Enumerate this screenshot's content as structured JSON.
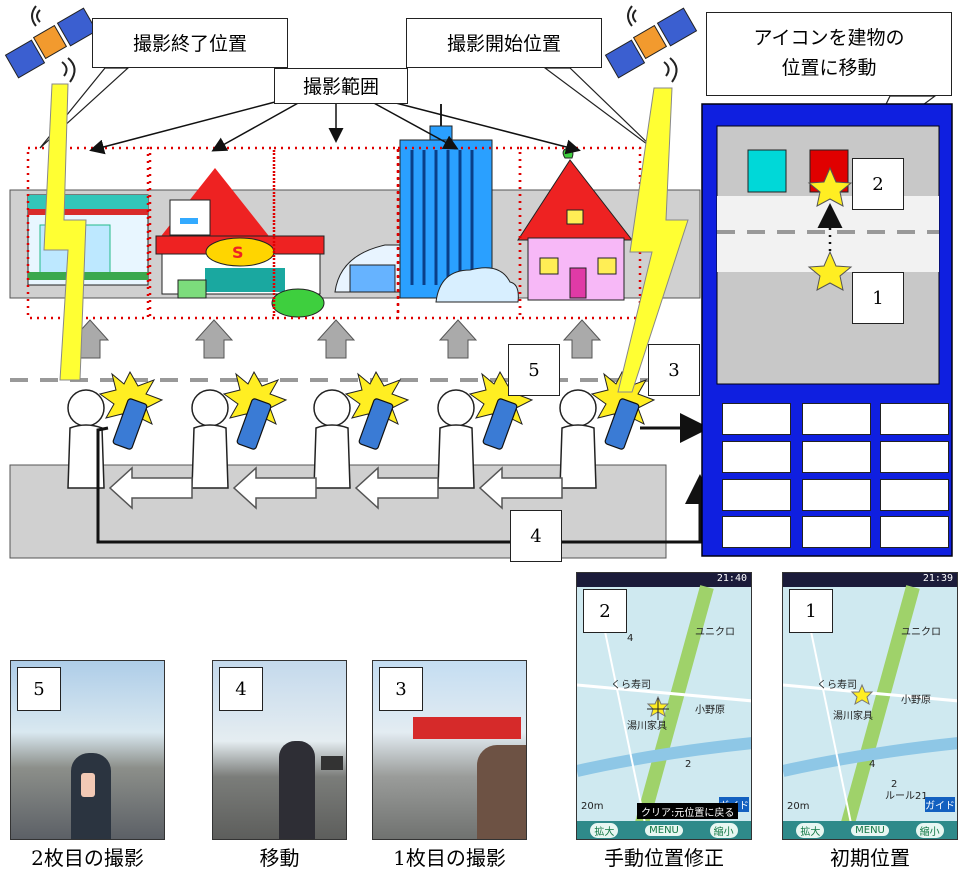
{
  "callouts": {
    "end_position": "撮影終了位置",
    "start_position": "撮影開始位置",
    "range": "撮影範囲",
    "move_icon_line1": "アイコンを建物の",
    "move_icon_line2": "位置に移動"
  },
  "step_labels": {
    "one": "1",
    "two": "2",
    "three": "3",
    "four": "4",
    "five": "5"
  },
  "photos": [
    {
      "num": "5",
      "caption": "2枚目の撮影"
    },
    {
      "num": "4",
      "caption": "移動"
    },
    {
      "num": "3",
      "caption": "1枚目の撮影"
    }
  ],
  "maps": [
    {
      "num": "2",
      "caption": "手動位置修正",
      "clock": "21:40",
      "labels": [
        "ユニクロ",
        "くら寿司",
        "小野原",
        "湯川家具",
        "4",
        "2"
      ],
      "scale": "20m",
      "guide": "ガイド",
      "clear_hint": "クリア:元位置に戻る",
      "buttons": [
        "拡大",
        "MENU",
        "縮小"
      ]
    },
    {
      "num": "1",
      "caption": "初期位置",
      "clock": "21:39",
      "labels": [
        "ユニクロ",
        "くら寿司",
        "小野原",
        "湯川家具",
        "4",
        "2",
        "ルール21"
      ],
      "scale": "20m",
      "guide": "ガイド",
      "buttons": [
        "拡大",
        "MENU",
        "縮小"
      ]
    }
  ],
  "colors": {
    "phone_body": "#0f1fe0",
    "road": "#d0d0d0",
    "range_box": "#e00000",
    "lightning": "#ffff33",
    "star": "#ffee22",
    "map_bg": "#cfe9f0",
    "map_bar": "#2f8a8a"
  }
}
